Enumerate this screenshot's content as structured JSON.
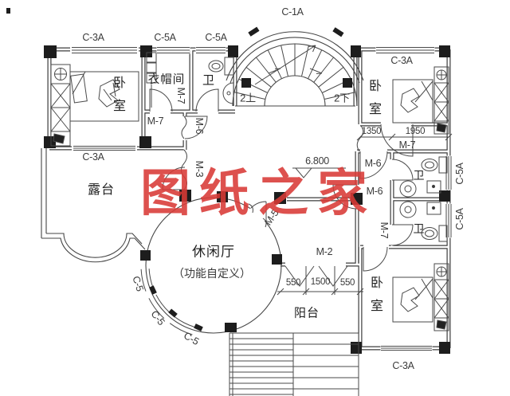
{
  "drawing": {
    "watermark": {
      "text": "图纸之家",
      "color": "#d93a36"
    },
    "rooms": {
      "bedroom": "卧室",
      "cloakroom": "衣帽间",
      "bath": "卫",
      "terrace": "露台",
      "leisure_hall": "休闲厅",
      "leisure_note": "（功能自定义）",
      "balcony": "阳台"
    },
    "windows": {
      "c1a": "C-1A",
      "c3a": "C-3A",
      "c5a": "C-5A",
      "c5": "C-5"
    },
    "doors": {
      "m2": "M-2",
      "m3": "M-3",
      "m5": "M-5",
      "m6": "M-6",
      "m7": "M-7"
    },
    "stairs": {
      "up": "2上",
      "down": "2下"
    },
    "dims": {
      "d1350": "1350",
      "d1950": "1950",
      "d550": "550",
      "d1500": "1500",
      "elevation": "6.800"
    }
  }
}
